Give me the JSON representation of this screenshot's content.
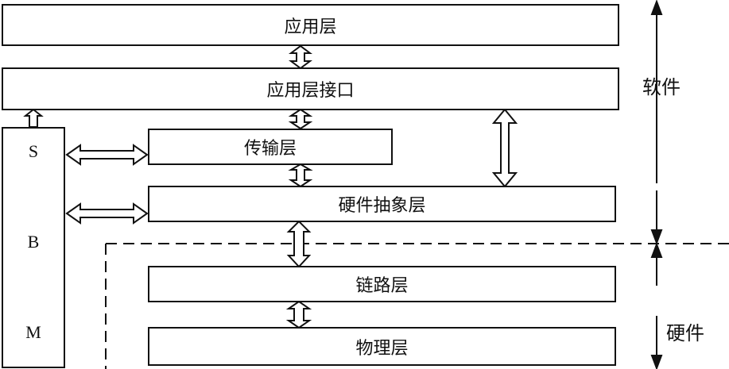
{
  "layers": {
    "application": "应用层",
    "application_interface": "应用层接口",
    "transport": "传输层",
    "hal": "硬件抽象层",
    "link": "链路层",
    "physical": "物理层"
  },
  "sbm": {
    "letters": [
      "S",
      "B",
      "M"
    ]
  },
  "side": {
    "software": "软件",
    "hardware": "硬件"
  }
}
